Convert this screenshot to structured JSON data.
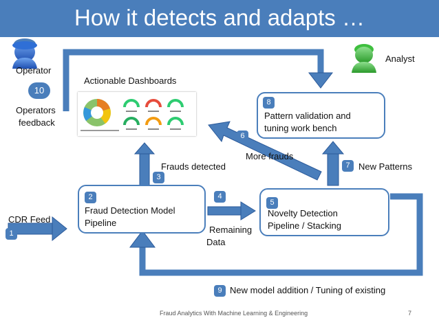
{
  "title": "How it detects and adapts …",
  "labels": {
    "operator": "Operator",
    "analyst": "Analyst",
    "dashboards": "Actionable Dashboards",
    "operators_feedback_1": "Operators",
    "operators_feedback_2": "feedback",
    "frauds_detected": "Frauds detected",
    "more_frauds": "More frauds",
    "new_patterns": "New Patterns",
    "cdr_feed": "CDR Feed",
    "remaining_1": "Remaining",
    "remaining_2": "Data",
    "new_model": "New model addition / Tuning of existing"
  },
  "boxes": {
    "fraud_detection_1": "Fraud Detection Model",
    "fraud_detection_2": "Pipeline",
    "novelty_1": "Novelty Detection",
    "novelty_2": "Pipeline / Stacking",
    "pattern_1": "Pattern validation and",
    "pattern_2": "tuning work bench"
  },
  "steps": {
    "s1": "1",
    "s2": "2",
    "s3": "3",
    "s4": "4",
    "s5": "5",
    "s6": "6",
    "s7": "7",
    "s8": "8",
    "s9": "9",
    "s10": "10"
  },
  "footer": {
    "text": "Fraud Analytics With Machine Learning & Engineering",
    "page": "7"
  },
  "colors": {
    "accent": "#4a7ebb",
    "operator_icon": "#2f6fd6",
    "analyst_icon": "#3fbf3f"
  },
  "icons": [
    "operator-person-icon",
    "analyst-person-icon",
    "dashboard-thumbnail"
  ]
}
